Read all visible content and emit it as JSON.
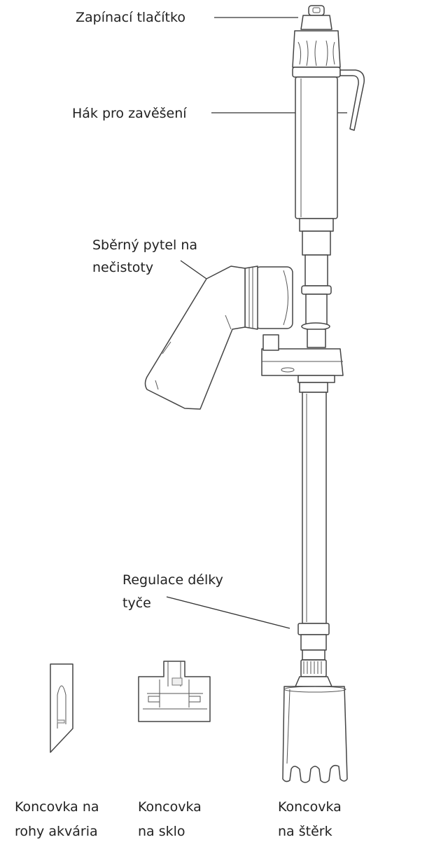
{
  "labels": {
    "power_button": "Zapínací tlačítko",
    "hanging_hook": "Hák pro zavěšení",
    "dirt_bag_line1": "Sběrný pytel na",
    "dirt_bag_line2": "nečistoty",
    "length_adjust_line1": "Regulace délky",
    "length_adjust_line2": "tyče",
    "corner_tip_line1": "Koncovka na",
    "corner_tip_line2": "rohy akvária",
    "glass_tip_line1": "Koncovka",
    "glass_tip_line2": "na sklo",
    "gravel_tip_line1": "Koncovka",
    "gravel_tip_line2": "na štěrk"
  }
}
